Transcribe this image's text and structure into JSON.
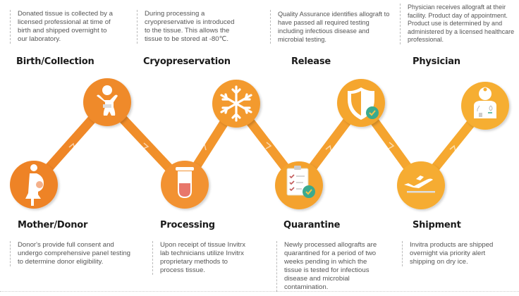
{
  "colors": {
    "orange_dark": "#EE8326",
    "orange_mid": "#F39A2E",
    "orange_light": "#F6AC30",
    "teal_badge": "#3BAA8E",
    "text_dark": "#1a1a1a",
    "text_body": "#555555"
  },
  "top_steps": [
    {
      "title": "Birth/Collection",
      "icon": "baby-icon",
      "desc": "Donated tissue is collected by a licensed professional at time of birth and shipped overnight to our laboratory."
    },
    {
      "title": "Cryopreservation",
      "icon": "snowflake-icon",
      "desc": "During processing a cryopreservative is introduced to the tissue. This allows the tissue to be stored at -80℃."
    },
    {
      "title": "Release",
      "icon": "shield-check-icon",
      "desc": "Quality Assurance identifies allograft to have passed all required testing including infectious disease and microbial testing."
    },
    {
      "title": "Physician",
      "icon": "doctor-icon",
      "desc": "Physician receives allograft at their facility. Product day of appointment. Product use is determined by and administered by a licensed healthcare professional."
    }
  ],
  "bottom_steps": [
    {
      "title": "Mother/Donor",
      "icon": "pregnant-woman-icon",
      "desc": "Donor's provide full consent and undergo comprehensive panel testing to determine donor eligibility."
    },
    {
      "title": "Processing",
      "icon": "test-tube-icon",
      "desc": "Upon receipt of tissue Invitrx lab technicians utilize Invitrx proprietary methods to process tissue."
    },
    {
      "title": "Quarantine",
      "icon": "clipboard-check-icon",
      "desc": "Newly processed allografts are quarantined for a period of two weeks pending in which the tissue is tested for infectious disease and microbial contamination."
    },
    {
      "title": "Shipment",
      "icon": "airplane-icon",
      "desc": "Invitra products are shipped overnight via priority alert shipping on dry ice."
    }
  ]
}
